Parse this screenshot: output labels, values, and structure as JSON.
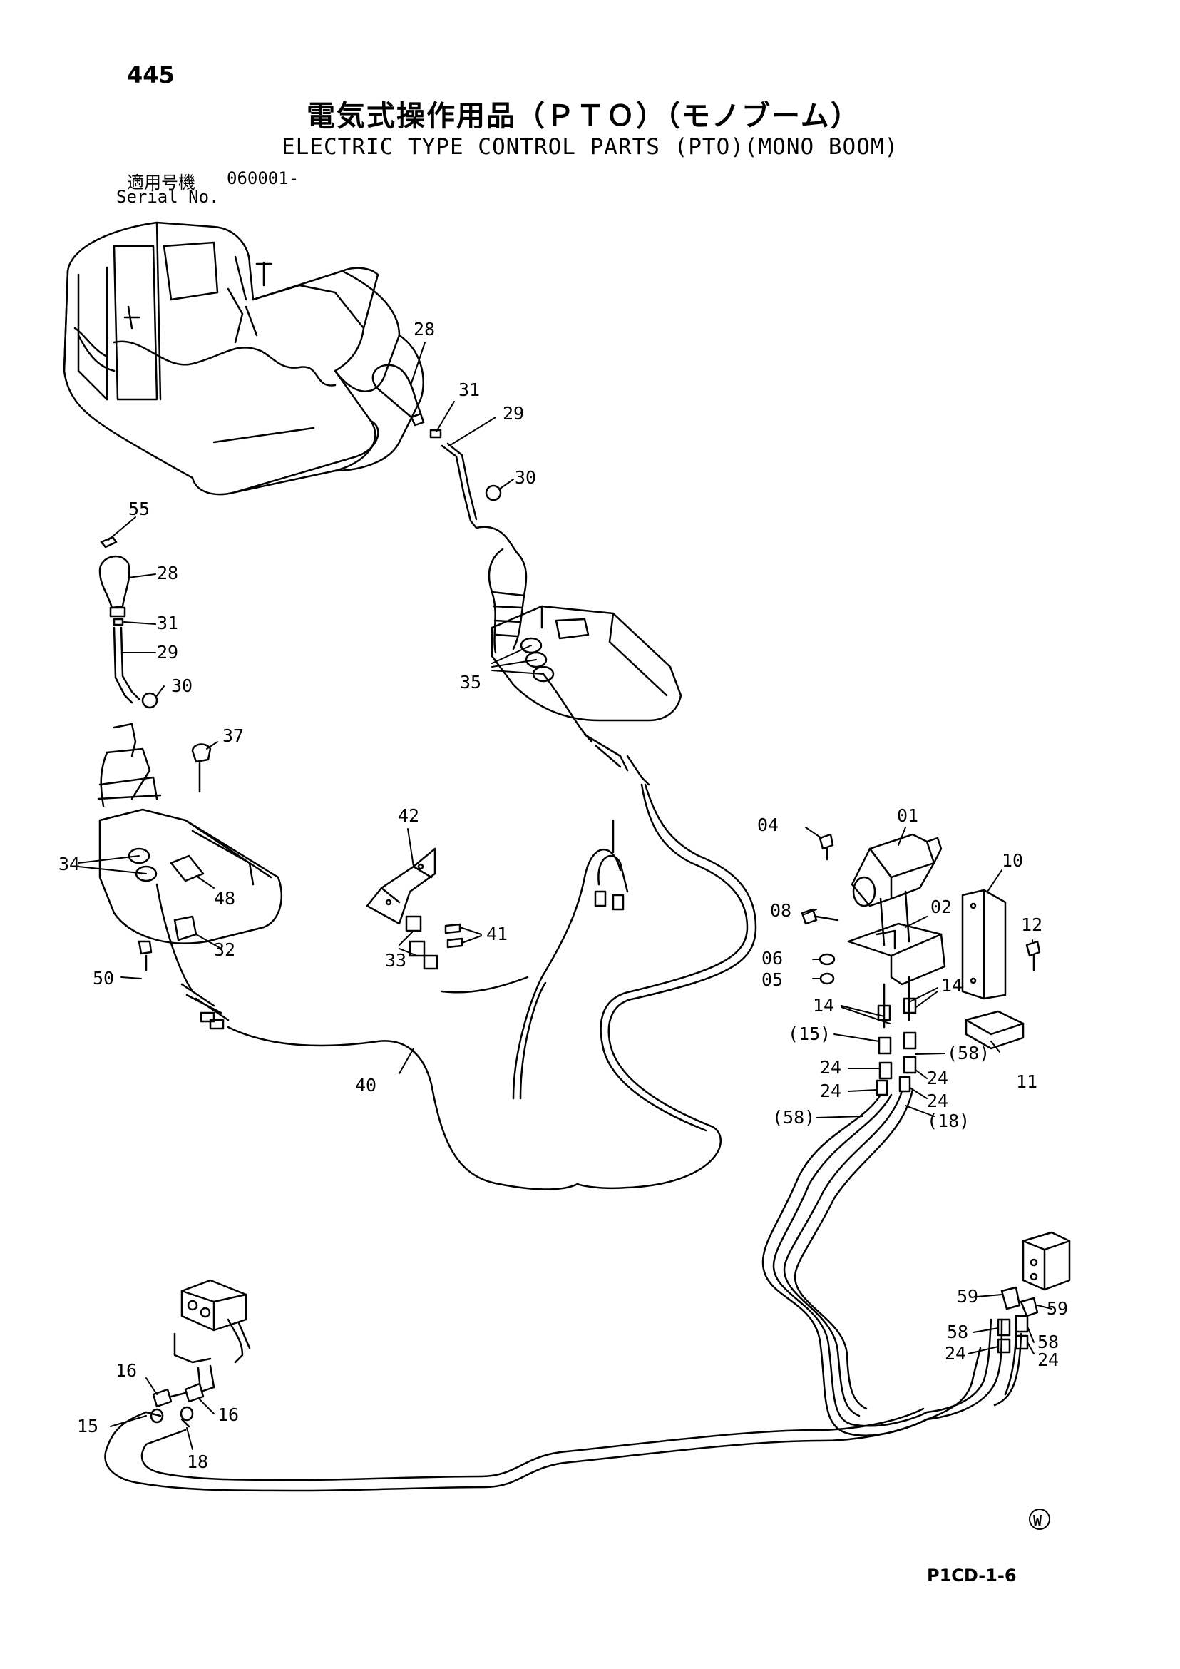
{
  "page_number": "445",
  "title_ja": "電気式操作用品（ＰＴＯ）（モノブーム）",
  "title_en": "ELECTRIC TYPE CONTROL PARTS (PTO)(MONO BOOM)",
  "serial_label_ja": "適用号機",
  "serial_label_en": "Serial No.",
  "serial_value": "060001-",
  "footer_code": "P1CD-1-6",
  "w_mark": "W",
  "part_labels": {
    "l28a": "28",
    "l31a": "31",
    "l29a": "29",
    "l30a": "30",
    "l35": "35",
    "l55": "55",
    "l28b": "28",
    "l31b": "31",
    "l29b": "29",
    "l30b": "30",
    "l37": "37",
    "l34": "34",
    "l48": "48",
    "l32": "32",
    "l50": "50",
    "l42": "42",
    "l41": "41",
    "l33": "33",
    "l40": "40",
    "l04": "04",
    "l01": "01",
    "l10": "10",
    "l08": "08",
    "l02": "02",
    "l12": "12",
    "l06": "06",
    "l05": "05",
    "l14a": "14",
    "l14b": "14",
    "l15p": "(15)",
    "l58p_a": "(58)",
    "l24a": "24",
    "l24b": "24",
    "l24c": "24",
    "l24d": "24",
    "l11": "11",
    "l58p_b": "(58)",
    "l18p": "(18)",
    "l59a": "59",
    "l59b": "59",
    "l58a": "58",
    "l58b": "58",
    "l24e": "24",
    "l24f": "24",
    "l16a": "16",
    "l16b": "16",
    "l15": "15",
    "l18": "18"
  }
}
